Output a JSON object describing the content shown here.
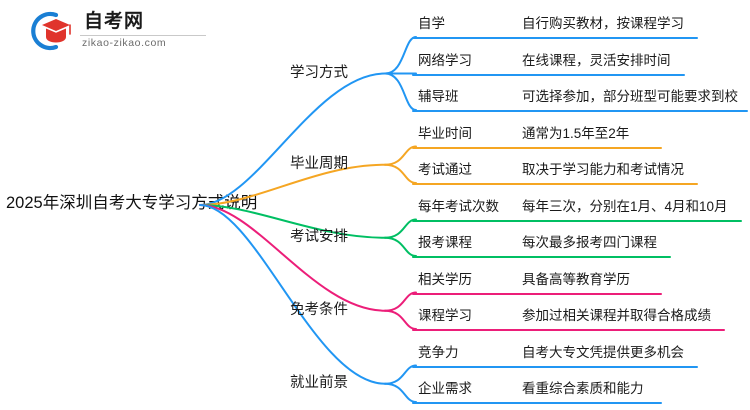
{
  "logo": {
    "title": "自考网",
    "domain": "zikao-zikao.com",
    "mark_icon": "graduation-cap-icon",
    "arc_color": "#1a7fd4",
    "cap_color": "#e0342c"
  },
  "mindmap": {
    "root": "2025年深圳自考大专学习方式说明",
    "branches": [
      {
        "label": "学习方式",
        "color": "#2196f3",
        "children": [
          {
            "key": "自学",
            "desc": "自行购买教材，按课程学习"
          },
          {
            "key": "网络学习",
            "desc": "在线课程，灵活安排时间"
          },
          {
            "key": "辅导班",
            "desc": "可选择参加，部分班型可能要求到校"
          }
        ]
      },
      {
        "label": "毕业周期",
        "color": "#f5a623",
        "children": [
          {
            "key": "毕业时间",
            "desc": "通常为1.5年至2年"
          },
          {
            "key": "考试通过",
            "desc": "取决于学习能力和考试情况"
          }
        ]
      },
      {
        "label": "考试安排",
        "color": "#00bf63",
        "children": [
          {
            "key": "每年考试次数",
            "desc": "每年三次，分别在1月、4月和10月"
          },
          {
            "key": "报考课程",
            "desc": "每次最多报考四门课程"
          }
        ]
      },
      {
        "label": "免考条件",
        "color": "#ec1e79",
        "children": [
          {
            "key": "相关学历",
            "desc": "具备高等教育学历"
          },
          {
            "key": "课程学习",
            "desc": "参加过相关课程并取得合格成绩"
          }
        ]
      },
      {
        "label": "就业前景",
        "color": "#2196f3",
        "children": [
          {
            "key": "竞争力",
            "desc": "自考大专文凭提供更多机会"
          },
          {
            "key": "企业需求",
            "desc": "看重综合素质和能力"
          }
        ]
      }
    ]
  }
}
